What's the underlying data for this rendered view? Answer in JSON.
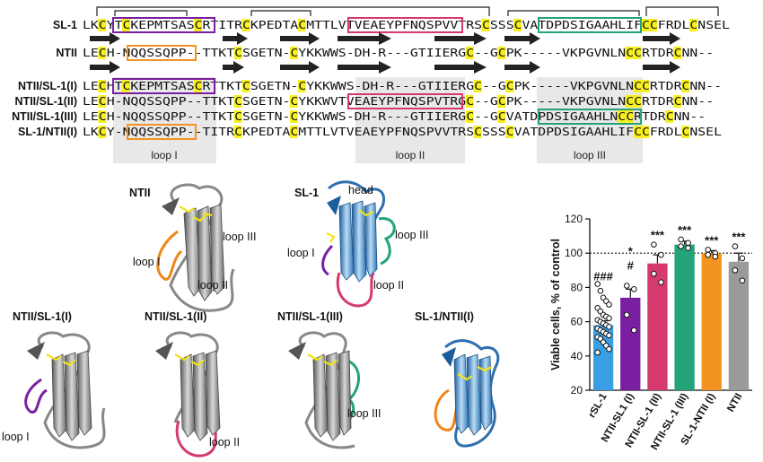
{
  "alignment": {
    "rows": [
      {
        "label": "SL-1",
        "seq": "LKCYTCKEPMTSASCRTITRCKPEDTACMTTLVTVEAEYPFNQSPVVTRSCSSSCVATDPDSIGAAHLIFCCFRDLCNSEL"
      },
      {
        "label": "NTII",
        "seq": "LECH-NQQSSQPP--TTKTCSGETN-CYKKWWS-DH-R---GTIIERGC--GCPK-----VKPGVNLNCCRTDRCNN--"
      },
      {
        "label": "NTII/SL-1(I)",
        "seq": "LECHTCKEPMTSASCRTTKTCSGETN-CYKKWWS-DH-R---GTIIERGC--GCPK-----VKPGVNLNCCRTDRCNN--"
      },
      {
        "label": "NTII/SL-1(II)",
        "seq": "LECH-NQQSSQPP--TTKTCSGETN-CYKKWVTVEAEYPFNQSPVTRGC--GCPK-----VKPGVNLNCCRTDRCNN--"
      },
      {
        "label": "NTII/SL-1(III)",
        "seq": "LECH-NQQSSQPP--TTKTCSGETN-CYKKWWS-DH-R---GTIIERGC--GCVATDPDSIGAAHLNCCRTDRCNN--"
      },
      {
        "label": "SL-1/NTII(I)",
        "seq": "LKCY-NQQSSQPP--TITRCKPEDTACMTTLVTVEAEYPFNQSPVVTRSCSSSCVATDPDSIGAAHLIFCCFRDLCNSEL"
      }
    ],
    "loops": [
      "loop I",
      "loop II",
      "loop III"
    ]
  },
  "structures": {
    "top": [
      {
        "name": "NTII",
        "labels": [
          "loop I",
          "loop III",
          "loop II"
        ]
      },
      {
        "name": "SL-1",
        "labels": [
          "head",
          "loop I",
          "loop III",
          "loop II"
        ]
      }
    ],
    "bottom": [
      {
        "name": "NTII/SL-1(I)",
        "labels": [
          "loop I"
        ]
      },
      {
        "name": "NTII/SL-1(II)",
        "labels": [
          "loop II"
        ]
      },
      {
        "name": "NTII/SL-1(III)",
        "labels": [
          "loop III"
        ]
      },
      {
        "name": "SL-1/NTII(I)",
        "labels": []
      }
    ]
  },
  "chart_data": {
    "type": "bar",
    "title": "",
    "xlabel": "",
    "ylabel": "Viable cells, % of control",
    "ylim": [
      20,
      120
    ],
    "yticks": [
      20,
      40,
      60,
      80,
      100,
      120
    ],
    "reference_line": 100,
    "categories": [
      "rSL-1",
      "NTII-SL1 (I)",
      "NTII-SL-1 (II)",
      "NTII-SL-1 (III)",
      "SL-1-NTII (I)",
      "NTII"
    ],
    "values": [
      58,
      74,
      94,
      105,
      100,
      95
    ],
    "errors": [
      2.5,
      5,
      5,
      2,
      1.5,
      5
    ],
    "colors": [
      "#3a9ee4",
      "#7b1fa2",
      "#d63a6c",
      "#24a37a",
      "#f39321",
      "#9a9a9a"
    ],
    "points": [
      [
        82,
        78,
        74,
        72,
        70,
        68,
        66,
        64,
        63,
        62,
        61,
        60,
        59,
        58,
        57,
        56,
        55,
        54,
        53,
        52,
        51,
        50,
        48,
        46,
        44,
        42
      ],
      [
        81,
        79,
        64,
        55
      ],
      [
        105,
        99,
        88,
        83
      ],
      [
        108,
        106,
        104,
        103
      ],
      [
        102,
        100,
        99,
        98
      ],
      [
        104,
        97,
        90,
        84
      ]
    ],
    "annotations_above": [
      "###",
      "#",
      "",
      "",
      "",
      ""
    ],
    "annotations_top": [
      "",
      "*",
      "***",
      "***",
      "***",
      "***"
    ]
  }
}
